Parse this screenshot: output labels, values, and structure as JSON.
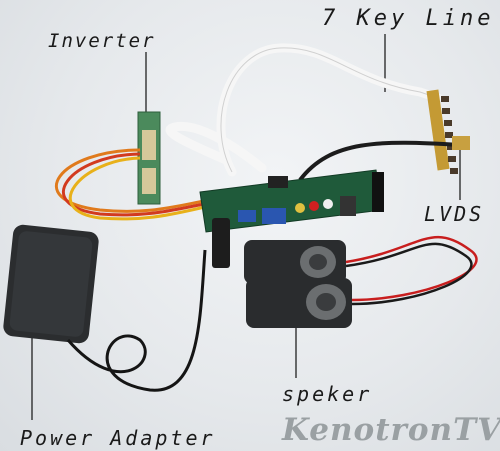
{
  "labels": {
    "inverter": "Inverter",
    "key_line": "7 Key Line",
    "lvds": "LVDS",
    "speaker": "speker",
    "power_adapter": "Power Adapter"
  },
  "watermark": "KenotronTV",
  "colors": {
    "background": "#e9ecee",
    "pcb": "#1f5a3a",
    "adapter": "#2b2d2f",
    "speaker": "#2a2c2e",
    "ribbon": "#f3f3f3"
  }
}
